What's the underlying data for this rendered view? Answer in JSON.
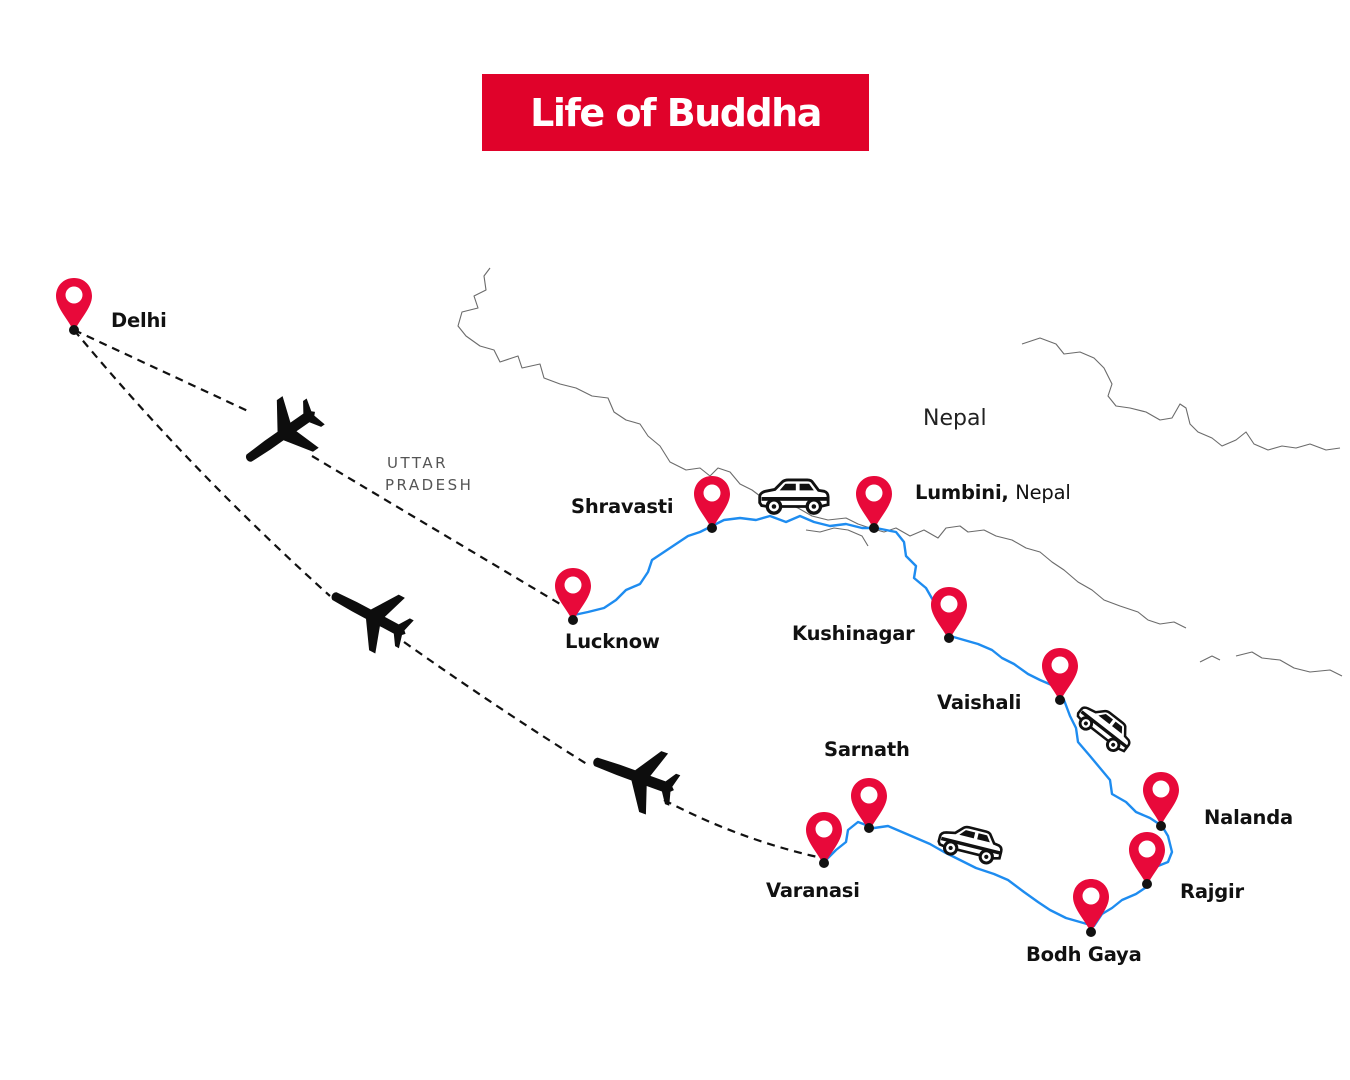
{
  "title": "Life of Buddha",
  "regions": {
    "nepal": "Nepal",
    "state_line1": "UTTAR",
    "state_line2": "PRADESH"
  },
  "cities": {
    "delhi": "Delhi",
    "lucknow": "Lucknow",
    "shravasti": "Shravasti",
    "lumbini": "Lumbini,",
    "lumbini_country": "Nepal",
    "kushinagar": "Kushinagar",
    "vaishali": "Vaishali",
    "nalanda": "Nalanda",
    "rajgir": "Rajgir",
    "bodh_gaya": "Bodh Gaya",
    "sarnath": "Sarnath",
    "varanasi": "Varanasi"
  },
  "icons": {
    "pin": "map-pin-icon",
    "flight": "airplane-icon",
    "road": "car-icon"
  },
  "colors": {
    "banner": "#e0022a",
    "pin": "#e8093a",
    "road_route": "#1e8cf0",
    "flight_route": "#111111",
    "border": "#555555"
  }
}
